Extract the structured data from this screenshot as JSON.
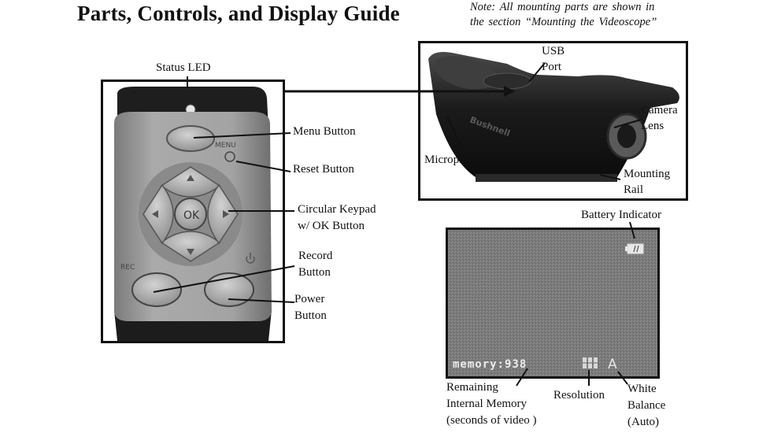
{
  "header": {
    "title": "Parts, Controls, and Display Guide",
    "note_line1": "Note: All mounting parts are shown in",
    "note_line2": "the section “Mounting the Videoscope”"
  },
  "keypad": {
    "status_led": "Status LED",
    "menu_button": "Menu Button",
    "reset_button": "Reset Button",
    "circular_keypad_line1": "Circular Keypad",
    "circular_keypad_line2": "w/  OK Button",
    "record_line1": "Record",
    "record_line2": "Button",
    "power_line1": "Power",
    "power_line2": "Button",
    "menu_text": "MENU",
    "ok_text": "OK",
    "rec_text": "REC"
  },
  "camera": {
    "usb_line1": "USB",
    "usb_line2": "Port",
    "camera_line1": "Camera",
    "camera_line2": "Lens",
    "microphone": "Microphone",
    "mounting_line1": "Mounting",
    "mounting_line2": "Rail",
    "brand": "Bushnell"
  },
  "display": {
    "battery_indicator": "Battery Indicator",
    "memory_readout": "memory:938",
    "white_balance_symbol": "A",
    "remaining_line1": "Remaining",
    "remaining_line2": "Internal Memory",
    "remaining_line3": "(seconds of video )",
    "resolution": "Resolution",
    "white_line1": "White",
    "white_line2": "Balance",
    "white_line3": "(Auto)"
  },
  "colors": {
    "frame": "#111111",
    "keypad_body": "#a7a7a7",
    "button_face": "#b4b4b4",
    "screen_noise": "#7a7a7a"
  }
}
